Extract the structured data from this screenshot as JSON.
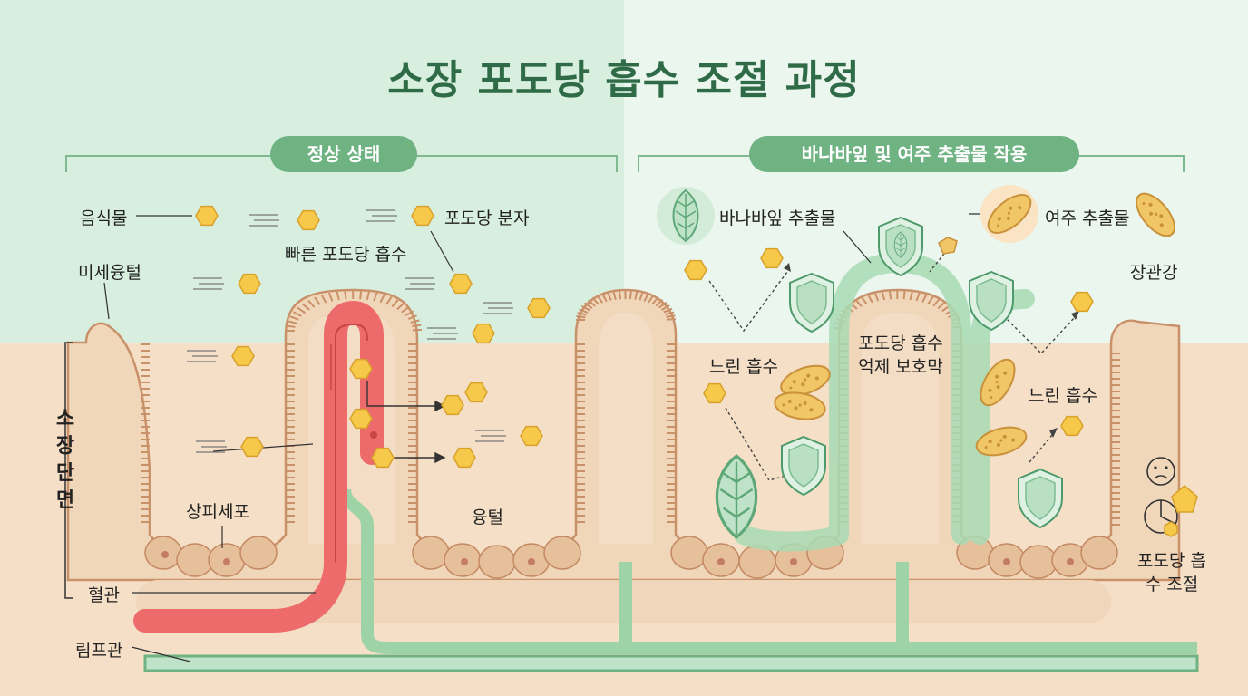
{
  "title": "소장 포도당 흡수 조절 과정",
  "sections": {
    "normal": "정상 상태",
    "treated": "바나바잎 및 여주 추출물 작용"
  },
  "labels": {
    "food": "음식물",
    "microvilli": "미세융털",
    "glucose_molecule": "포도당 분자",
    "fast_absorption": "빠른 포도당 흡수",
    "section_vertical": "소장 단면",
    "epithelial": "상피세포",
    "villus": "융털",
    "blood_vessel": "혈관",
    "lymph": "림프관",
    "banaba_extract": "바나바잎 추출물",
    "bitter_melon_extract": "여주 추출물",
    "lumen": "장관강",
    "slow_absorption_1": "느린 흡수",
    "slow_absorption_2": "느린 흡수",
    "barrier": "포도당 흡수 억제 보호막",
    "regulation": "포도당 흡수 조절"
  },
  "colors": {
    "bg_left": "#d8efdf",
    "bg_right": "#eaf6ee",
    "tissue": "#f5dfc6",
    "villus_fill": "#efd3b4",
    "epithelium_stroke": "#c9916a",
    "glucose": "#f7c94b",
    "blood": "#ee6b6b",
    "lymph": "#9ed3a8",
    "accent_green": "#6fb383",
    "extract": "#f0c667"
  },
  "icons": [
    "leaf-icon",
    "bitter-melon-icon",
    "shield-icon",
    "glucose-hexagon-icon",
    "sad-face-icon",
    "pie-chart-icon"
  ]
}
